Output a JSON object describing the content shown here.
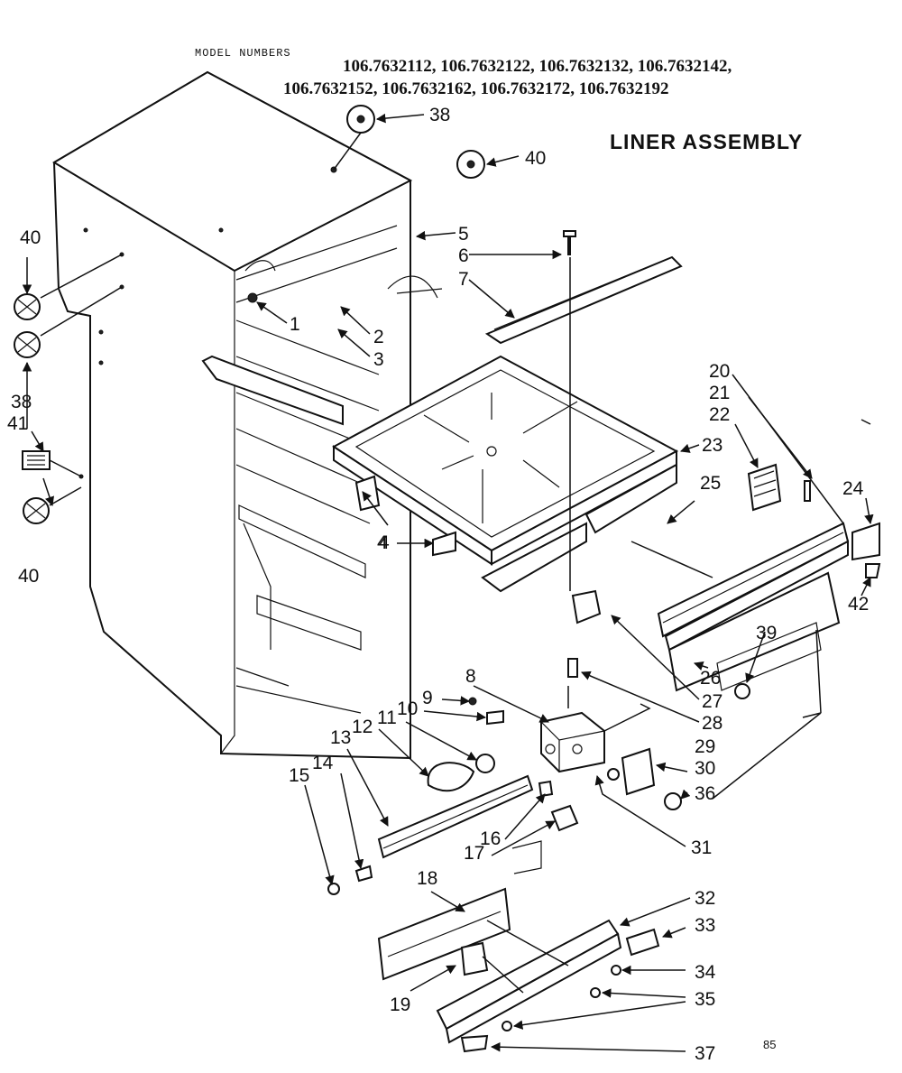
{
  "header": {
    "model_label": "MODEL NUMBERS",
    "model_line_1": "106.7632112, 106.7632122, 106.7632132, 106.7632142,",
    "model_line_2": "106.7632152, 106.7632162, 106.7632172, 106.7632192",
    "title": "LINER ASSEMBLY",
    "plate_code": "85"
  },
  "callouts": {
    "p1": "1",
    "p2": "2",
    "p3": "3",
    "p4a": "4",
    "p4b": "4",
    "p5": "5",
    "p6": "6",
    "p7": "7",
    "p8": "8",
    "p9": "9",
    "p10": "10",
    "p11": "11",
    "p12": "12",
    "p13": "13",
    "p14": "14",
    "p15": "15",
    "p16": "16",
    "p17": "17",
    "p18": "18",
    "p19": "19",
    "p20": "20",
    "p21": "21",
    "p22": "22",
    "p23": "23",
    "p24": "24",
    "p25": "25",
    "p26": "26",
    "p27": "27",
    "p28": "28",
    "p29": "29",
    "p30": "30",
    "p31": "31",
    "p32": "32",
    "p33": "33",
    "p34": "34",
    "p35": "35",
    "p36": "36",
    "p37": "37",
    "p38a": "38",
    "p38b": "38",
    "p39": "39",
    "p40a": "40",
    "p40b": "40",
    "p40c": "40",
    "p41": "41",
    "p42": "42"
  }
}
